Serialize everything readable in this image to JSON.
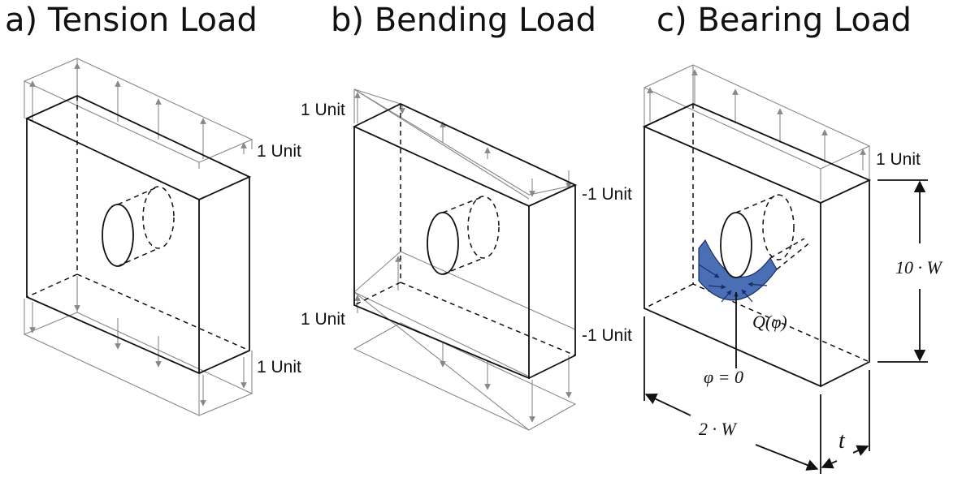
{
  "panels": {
    "tension": {
      "title": "a) Tension Load",
      "label_top": "1 Unit",
      "label_bottom": "1 Unit"
    },
    "bending": {
      "title": "b) Bending Load",
      "label_top_left": "1 Unit",
      "label_top_right": "-1 Unit",
      "label_bottom_left": "1 Unit",
      "label_bottom_right": "-1 Unit"
    },
    "bearing": {
      "title": "c) Bearing Load",
      "label_top": "1 Unit",
      "height_dim": "10 · W",
      "width_dim": "2 · W",
      "thickness_dim": "t",
      "load_fn": "Q(φ)",
      "angle_ref": "φ = 0"
    }
  },
  "colors": {
    "line": "#111111",
    "load_arrow": "#888888",
    "bearing_fill": "#4a6fb5"
  }
}
